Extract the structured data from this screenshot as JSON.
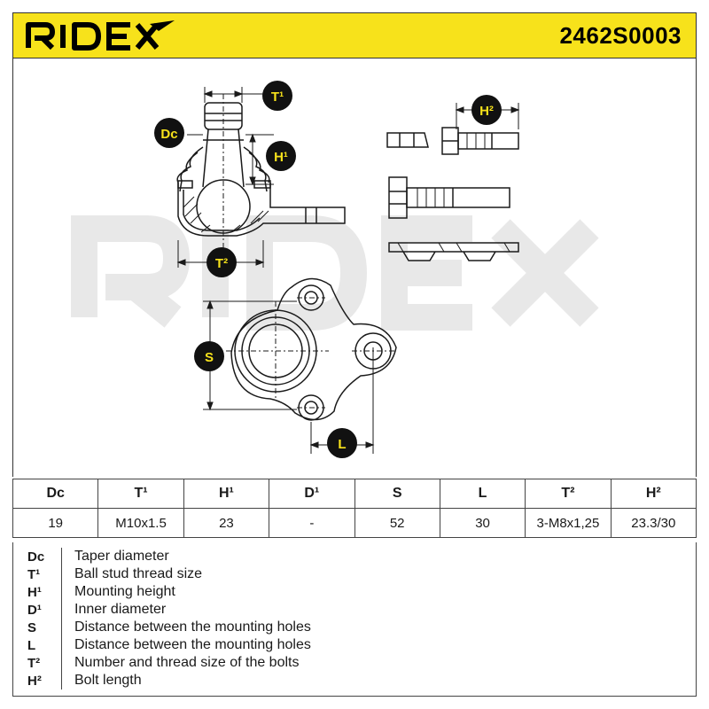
{
  "header": {
    "brand": "RIDEX",
    "part_number": "2462S0003"
  },
  "watermark": "RIDEX",
  "diagram_labels": {
    "dc": "Dc",
    "t1": "T¹",
    "h1": "H¹",
    "t2": "T²",
    "h2": "H²",
    "s": "S",
    "l": "L"
  },
  "table": {
    "headers": [
      "Dc",
      "T¹",
      "H¹",
      "D¹",
      "S",
      "L",
      "T²",
      "H²"
    ],
    "values": [
      "19",
      "M10x1.5",
      "23",
      "-",
      "52",
      "30",
      "3-M8x1,25",
      "23.3/30"
    ]
  },
  "legend": [
    {
      "code": "Dc",
      "desc": "Taper diameter"
    },
    {
      "code": "T¹",
      "desc": "Ball stud thread size"
    },
    {
      "code": "H¹",
      "desc": "Mounting height"
    },
    {
      "code": "D¹",
      "desc": "Inner diameter"
    },
    {
      "code": "S",
      "desc": "Distance between the mounting holes"
    },
    {
      "code": "L",
      "desc": "Distance between the mounting holes"
    },
    {
      "code": "T²",
      "desc": "Number and thread size of the bolts"
    },
    {
      "code": "H²",
      "desc": "Bolt length"
    }
  ],
  "colors": {
    "brand_yellow": "#f7e21b",
    "ink": "#1a1a1a",
    "watermark_grey": "#e6e6e6"
  }
}
